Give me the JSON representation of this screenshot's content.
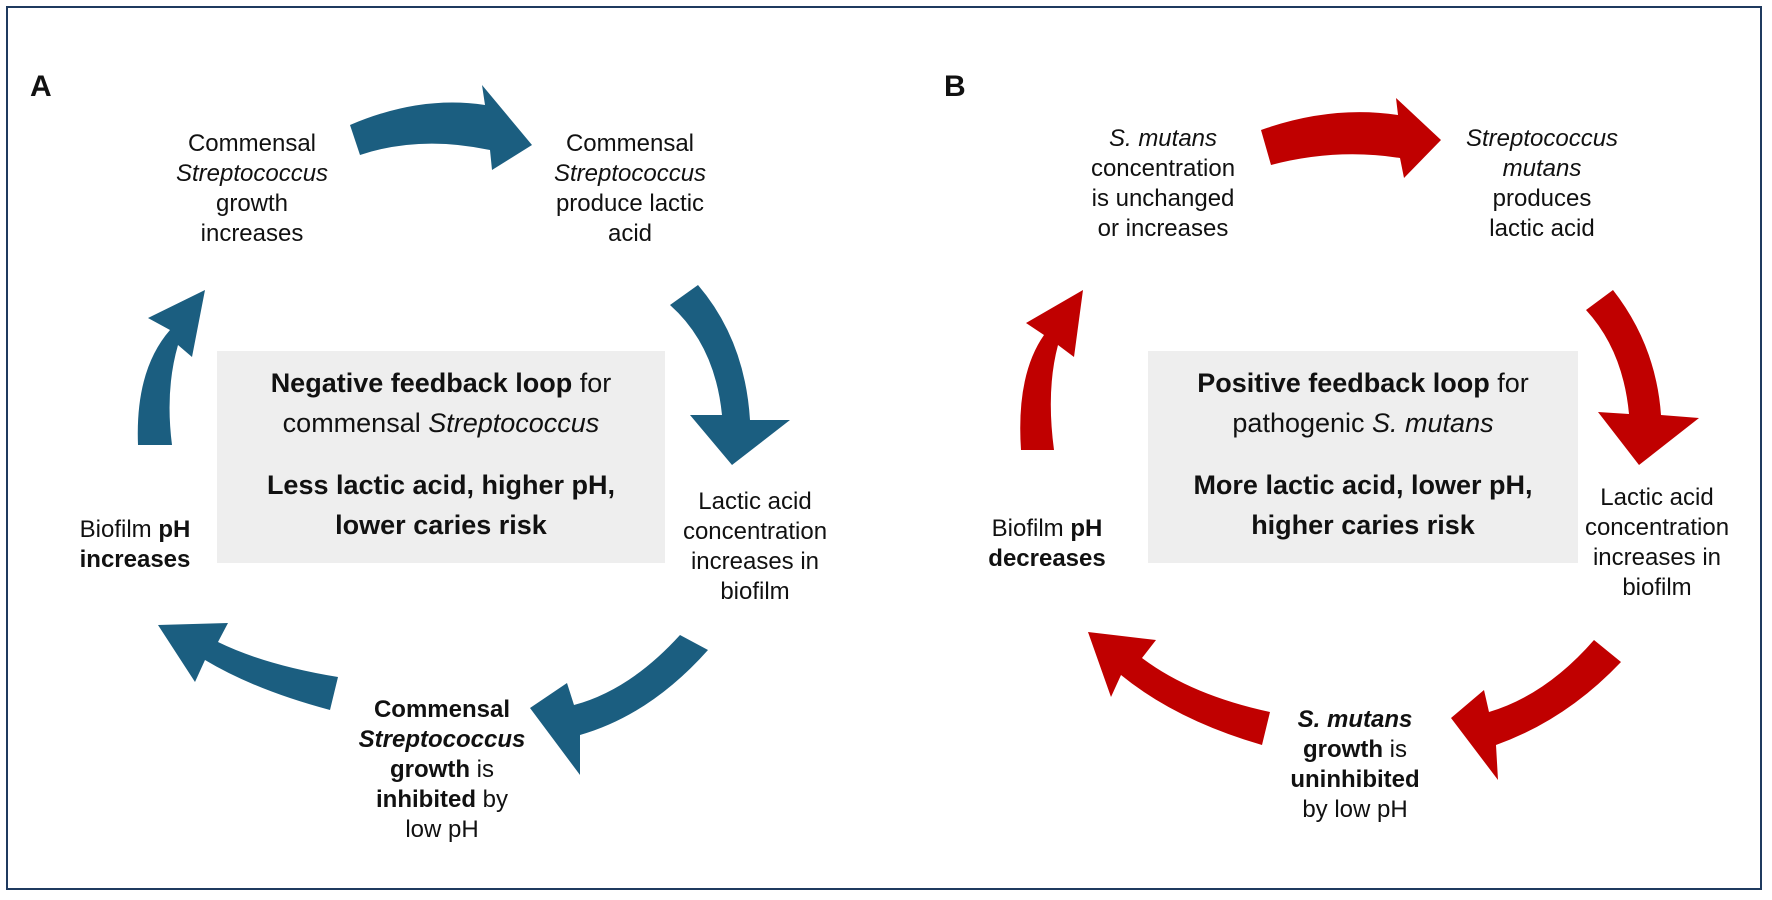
{
  "colors": {
    "panel_a_arrow": "#1b5e80",
    "panel_b_arrow": "#c00000",
    "frame": "#1f3a5f",
    "box": "#eeeeee"
  },
  "panel_a": {
    "letter": "A",
    "top_left": {
      "l1": "Commensal",
      "l2": "Streptococcus",
      "l3": "growth",
      "l4": "increases"
    },
    "top_right": {
      "l1": "Commensal",
      "l2": "Streptococcus",
      "l3": "produce lactic",
      "l4": "acid"
    },
    "right": {
      "l1": "Lactic acid",
      "l2": "concentration",
      "l3": "increases in",
      "l4": "biofilm"
    },
    "bottom": {
      "l1": "Commensal",
      "l2": "Streptococcus",
      "l3_bold": "growth",
      "l3_rest": " is",
      "l4_bold": "inhibited",
      "l4_rest": " by",
      "l5": "low pH"
    },
    "left": {
      "l1_pre": "Biofilm ",
      "l1_bold": "pH",
      "l2": "increases"
    },
    "center": {
      "title_bold": "Negative feedback loop",
      "title_rest": " for",
      "sub_pre": "commensal ",
      "sub_italic": "Streptococcus",
      "summary1": "Less lactic acid, higher pH,",
      "summary2": "lower caries risk"
    }
  },
  "panel_b": {
    "letter": "B",
    "top_left": {
      "l1": "S. mutans",
      "l2": "concentration",
      "l3": "is unchanged",
      "l4": "or increases"
    },
    "top_right": {
      "l1": "Streptococcus",
      "l2": "mutans",
      "l3": "produces",
      "l4": "lactic acid"
    },
    "right": {
      "l1": "Lactic acid",
      "l2": "concentration",
      "l3": "increases in",
      "l4": "biofilm"
    },
    "bottom": {
      "l1": "S. mutans",
      "l2_bold": "growth",
      "l2_rest": " is",
      "l3": "uninhibited",
      "l4": "by low pH"
    },
    "left": {
      "l1_pre": "Biofilm ",
      "l1_bold": "pH",
      "l2": "decreases"
    },
    "center": {
      "title_bold": "Positive feedback loop",
      "title_rest": " for",
      "sub_pre": "pathogenic ",
      "sub_italic": "S. mutans",
      "summary1": "More lactic acid, lower pH,",
      "summary2": "higher caries risk"
    }
  }
}
